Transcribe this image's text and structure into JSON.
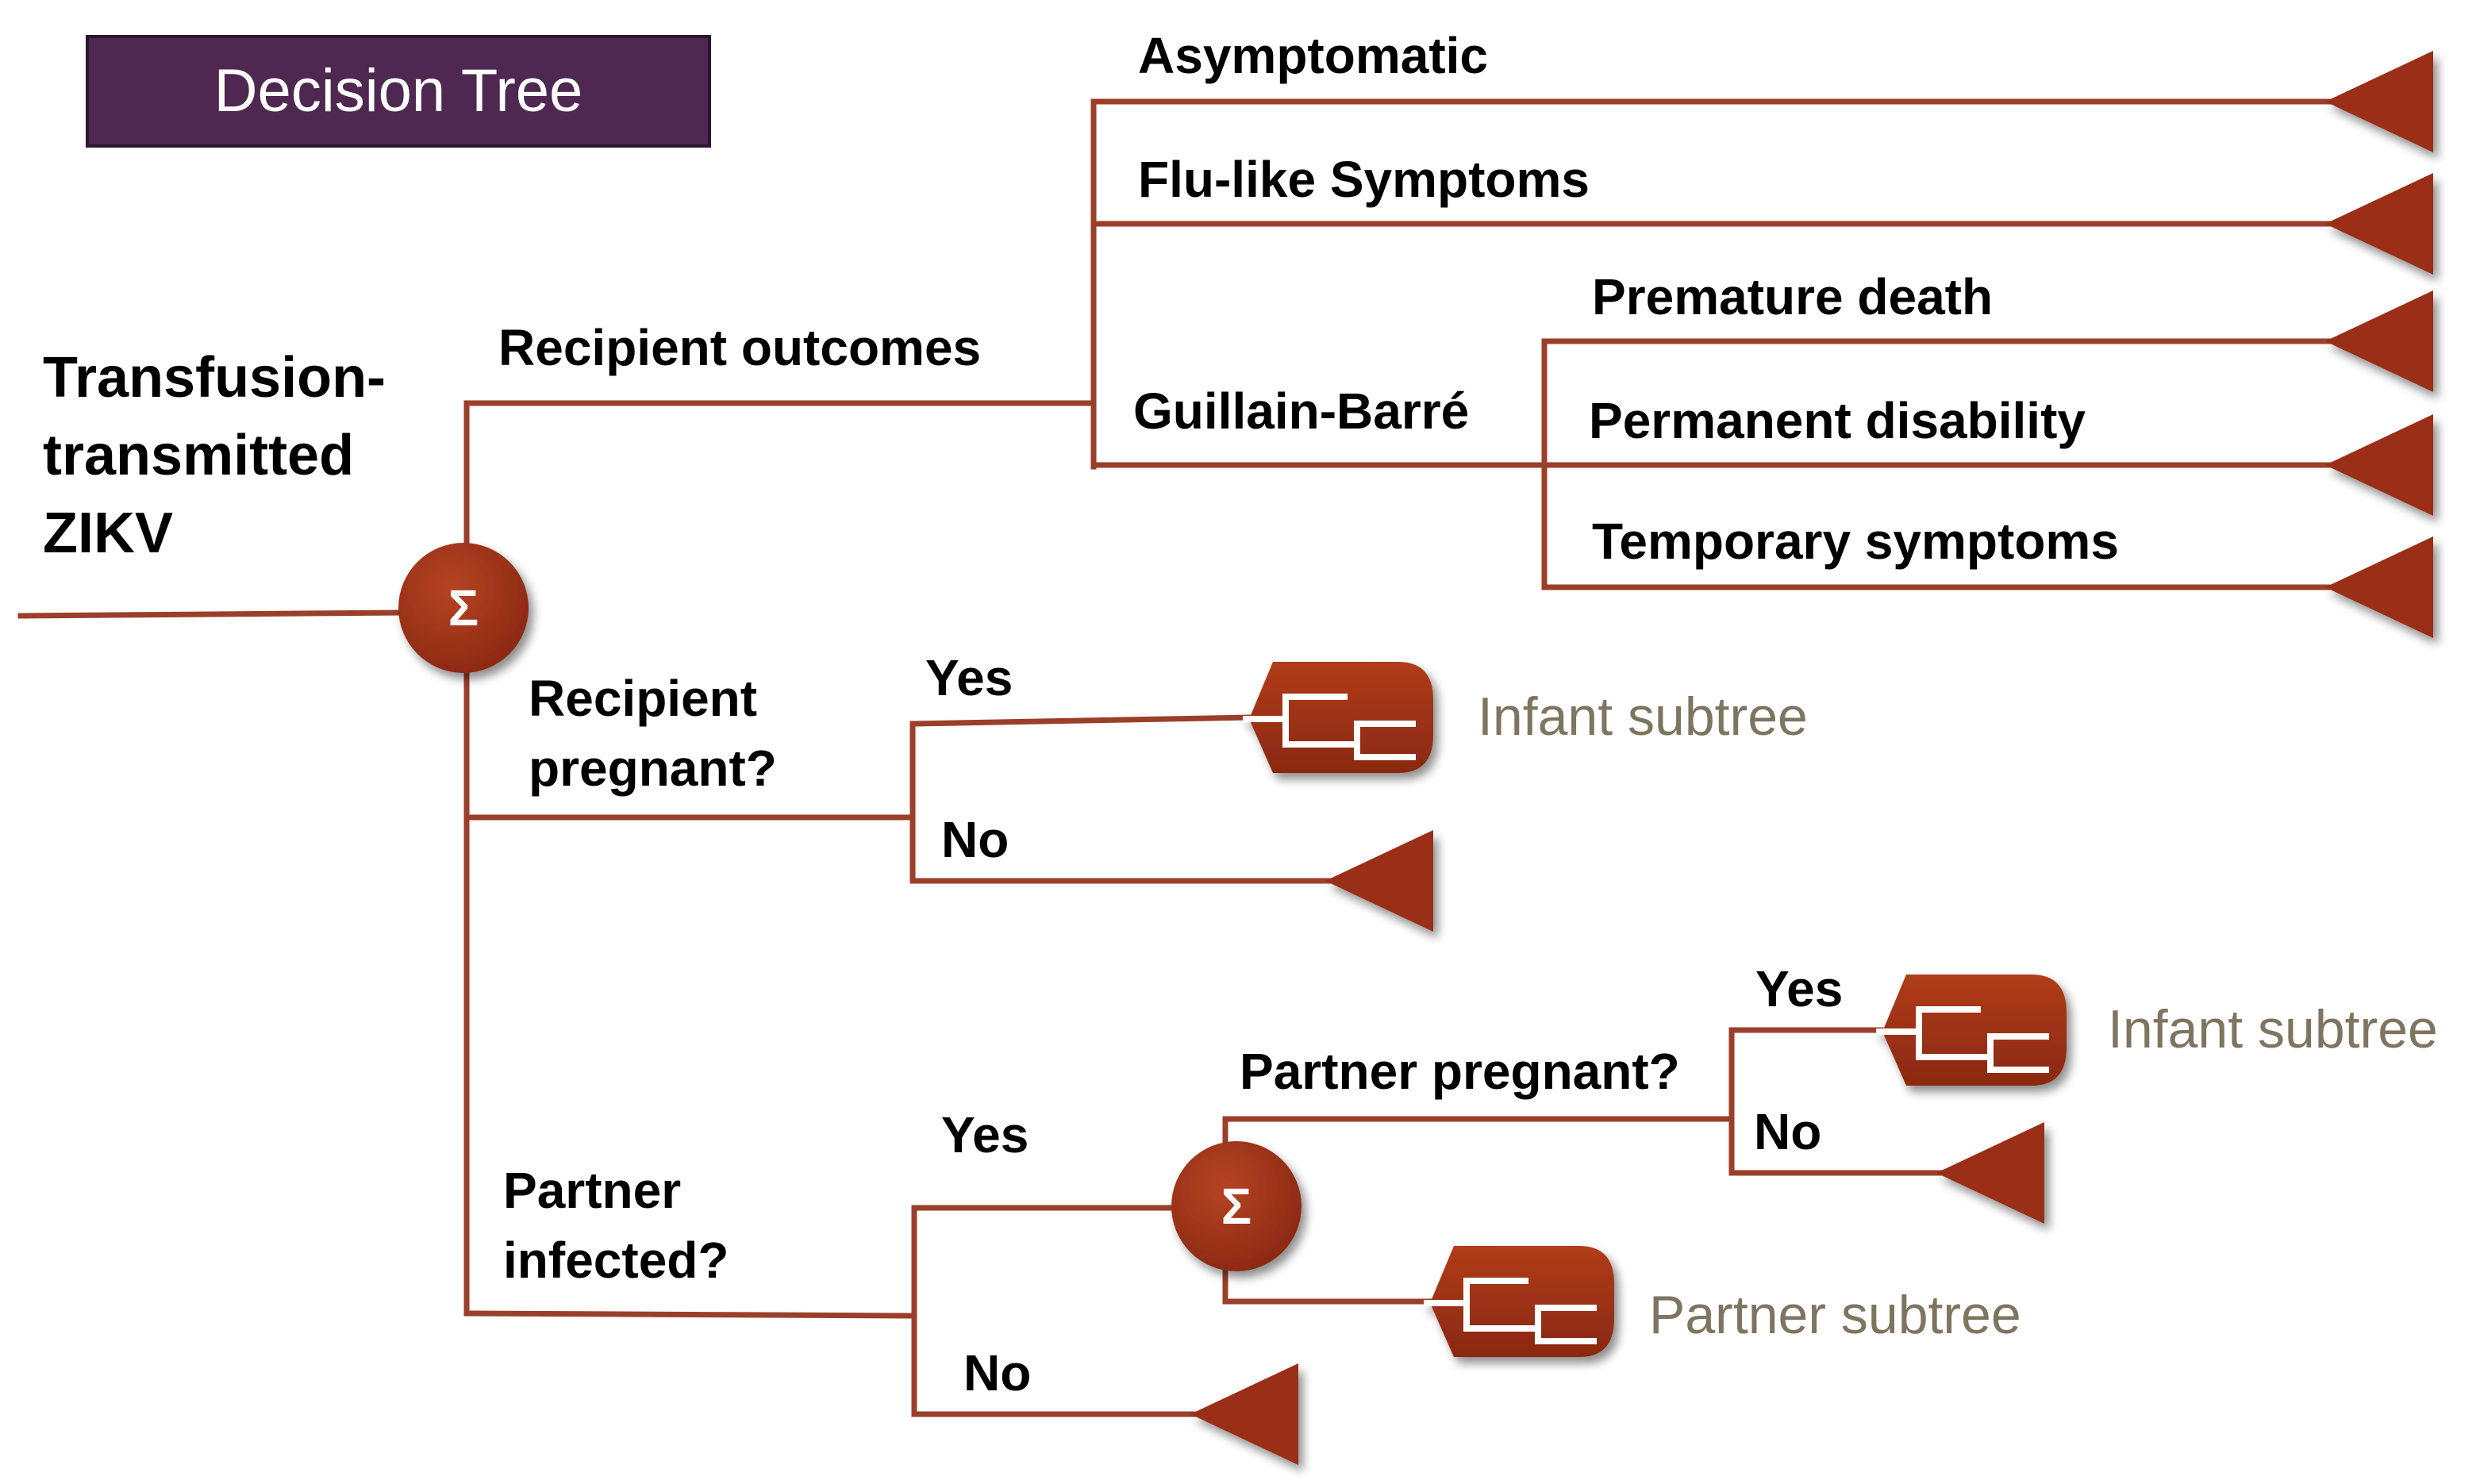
{
  "title": "Decision Tree",
  "root_label": [
    "Transfusion-",
    "transmitted",
    "ZIKV"
  ],
  "branches": {
    "recipient_outcomes": "Recipient outcomes",
    "asymptomatic": "Asymptomatic",
    "flu_like": "Flu-like Symptoms",
    "guillain_barre": "Guillain-Barré",
    "premature_death": "Premature death",
    "permanent_disability": "Permanent disability",
    "temporary_symptoms": "Temporary symptoms",
    "recipient_pregnant": [
      "Recipient",
      "pregnant?"
    ],
    "recipient_pregnant_yes": "Yes",
    "recipient_pregnant_no": "No",
    "partner_infected": [
      "Partner",
      "infected?"
    ],
    "partner_infected_yes": "Yes",
    "partner_infected_no": "No",
    "partner_pregnant": "Partner pregnant?",
    "partner_pregnant_yes": "Yes",
    "partner_pregnant_no": "No"
  },
  "subtrees": {
    "infant_1": "Infant subtree",
    "infant_2": "Infant subtree",
    "partner": "Partner subtree"
  },
  "symbols": {
    "chance_node": "Σ",
    "terminal_icon": "terminal-triangle-icon",
    "subtree_icon": "subtree-icon"
  },
  "colors": {
    "title_bg": "#4e2850",
    "node": "#9a2e12",
    "line": "#9a3f2a",
    "subtree_text": "#7d7560"
  }
}
